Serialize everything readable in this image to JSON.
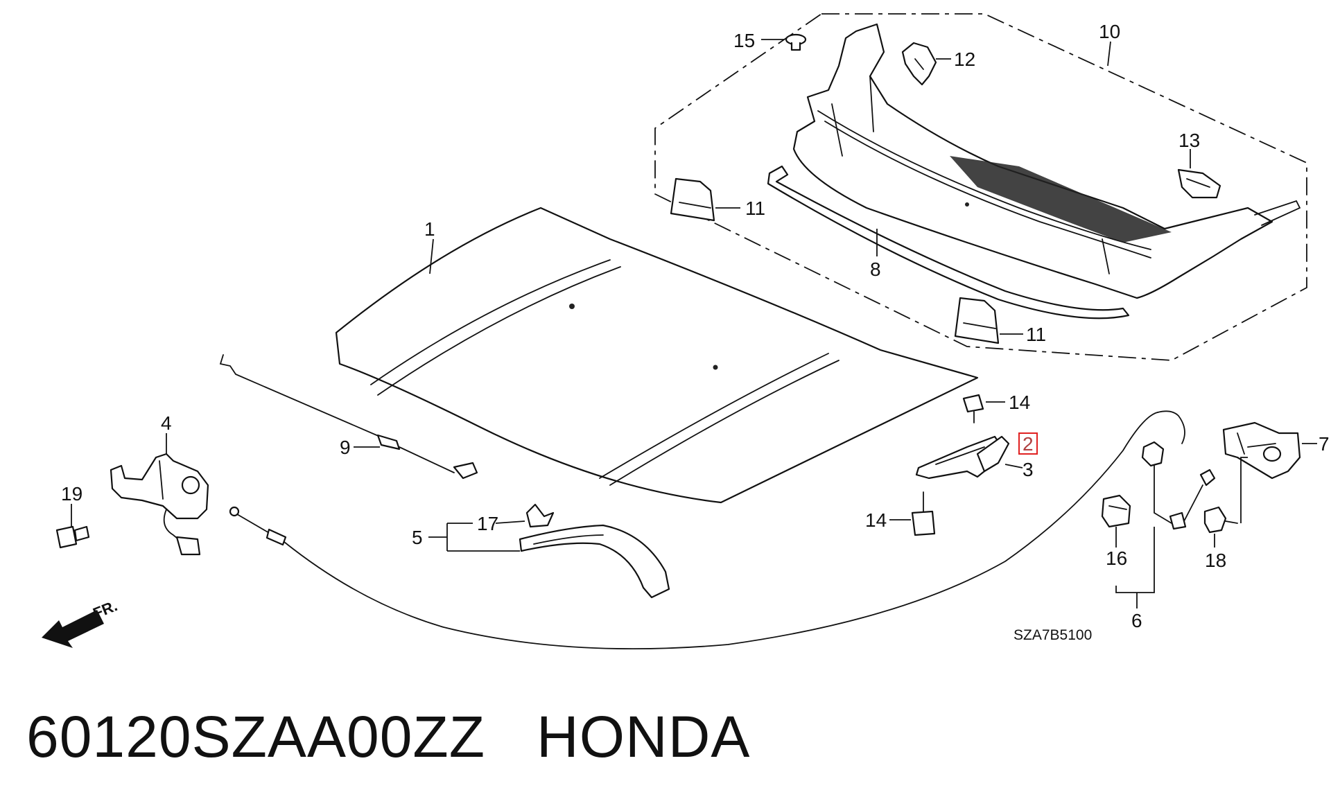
{
  "callouts": {
    "c1": "1",
    "c2": "2",
    "c3": "3",
    "c4": "4",
    "c5": "5",
    "c6": "6",
    "c7": "7",
    "c8": "8",
    "c9": "9",
    "c10": "10",
    "c11a": "11",
    "c11b": "11",
    "c12": "12",
    "c13": "13",
    "c14a": "14",
    "c14b": "14",
    "c15": "15",
    "c16": "16",
    "c17": "17",
    "c18": "18",
    "c19": "19"
  },
  "direction_label": "FR.",
  "diagram_code": "SZA7B5100",
  "caption": {
    "part_number": "60120SZAA00ZZ",
    "brand": "HONDA"
  },
  "colors": {
    "line": "#111111",
    "highlight": "#e02020",
    "background": "#ffffff"
  }
}
